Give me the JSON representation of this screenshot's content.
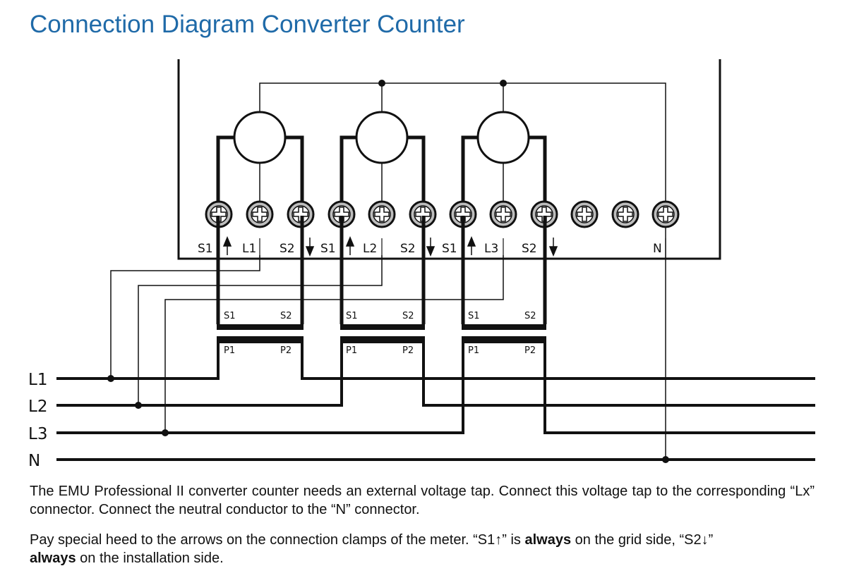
{
  "title": "Connection Diagram Converter Counter",
  "meter_labels": {
    "ph1": {
      "s1": "S1",
      "l": "L1",
      "s2": "S2"
    },
    "ph2": {
      "s1": "S1",
      "l": "L2",
      "s2": "S2"
    },
    "ph3": {
      "s1": "S1",
      "l": "L3",
      "s2": "S2"
    },
    "n": "N"
  },
  "ct_labels": {
    "ct1": {
      "s1": "S1",
      "s2": "S2",
      "p1": "P1",
      "p2": "P2"
    },
    "ct2": {
      "s1": "S1",
      "s2": "S2",
      "p1": "P1",
      "p2": "P2"
    },
    "ct3": {
      "s1": "S1",
      "s2": "S2",
      "p1": "P1",
      "p2": "P2"
    }
  },
  "line_labels": {
    "l1": "L1",
    "l2": "L2",
    "l3": "L3",
    "n": "N"
  },
  "text": {
    "p1": "The EMU Professional II converter counter needs an external voltage tap. Connect this voltage tap to the corresponding “Lx” connector. Connect the neutral conductor to the “N” connector.",
    "p2_a": "Pay special heed to the arrows on the connection clamps of the meter. “S1↑” is ",
    "p2_b": "always",
    "p2_c": " on the grid side, “S2↓” ",
    "p2_d": "always",
    "p2_e": " on the installation side."
  },
  "colors": {
    "title": "#1f6aa8",
    "ink": "#111111",
    "terminal_fill": "#bdbdbd"
  }
}
